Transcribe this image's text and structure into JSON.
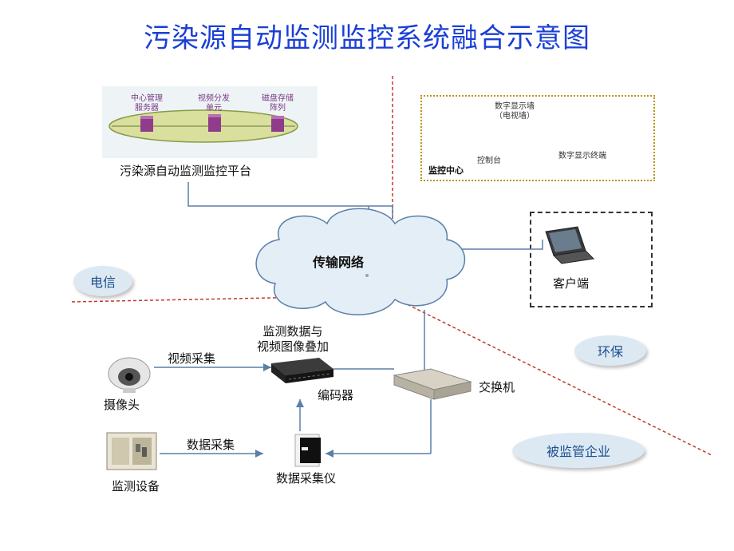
{
  "title": "污染源自动监测监控系统融合示意图",
  "platform": {
    "label": "污染源自动监测监控平台",
    "servers": [
      "中心管理服务器",
      "视频分发单元",
      "磁盘存储阵列"
    ],
    "server_lines": [
      [
        "中心管理",
        "服务器"
      ],
      [
        "视频分发",
        "单元"
      ],
      [
        "磁盘存储",
        "阵列"
      ]
    ]
  },
  "monitor_center": {
    "label": "监控中心",
    "wall_lines": [
      "数字显示墙",
      "（电视墙）"
    ],
    "console": "控制台",
    "terminal": "数字显示终端"
  },
  "network": {
    "label": "传输网络"
  },
  "client": {
    "label": "客户端"
  },
  "zones": {
    "telecom": "电信",
    "env": "环保",
    "enterprise": "被监管企业"
  },
  "devices": {
    "camera": "摄像头",
    "video_capture": "视频采集",
    "overlay_lines": [
      "监测数据与",
      "视频图像叠加"
    ],
    "encoder": "编码器",
    "switch": "交换机",
    "equipment": "监测设备",
    "data_capture": "数据采集",
    "collector": "数据采集仪"
  },
  "colors": {
    "title": "#1a3fd6",
    "connector": "#5b7fa8",
    "zone_divider": "#c0392b",
    "oval_fill": "#dde9f2",
    "cloud_fill": "#e3eef6"
  }
}
